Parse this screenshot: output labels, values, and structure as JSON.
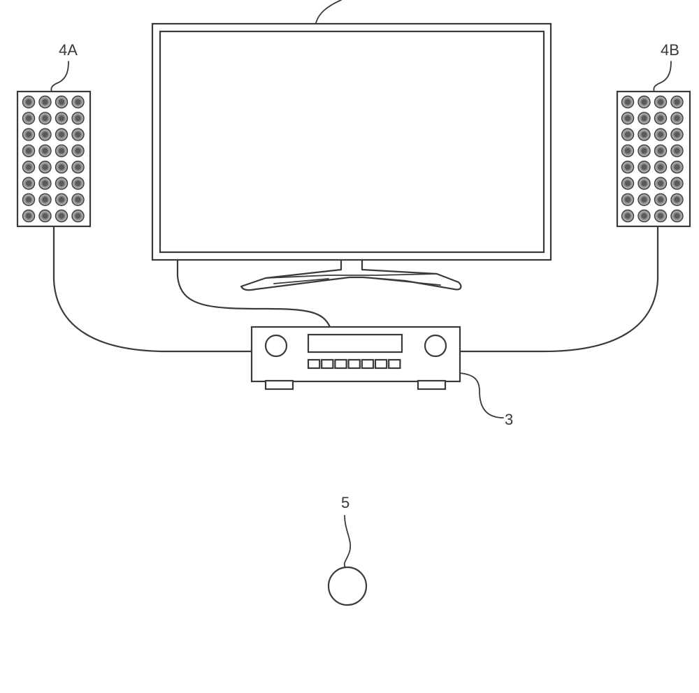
{
  "labels": {
    "speaker_left": "4A",
    "speaker_right": "4B",
    "receiver": "3",
    "listener": "5"
  },
  "speaker_grid": {
    "rows": 8,
    "cols": 4
  },
  "receiver_buttons": 7,
  "colors": {
    "line": "#3a3a3a",
    "dot": "#8a8a8a",
    "background": "#ffffff"
  }
}
